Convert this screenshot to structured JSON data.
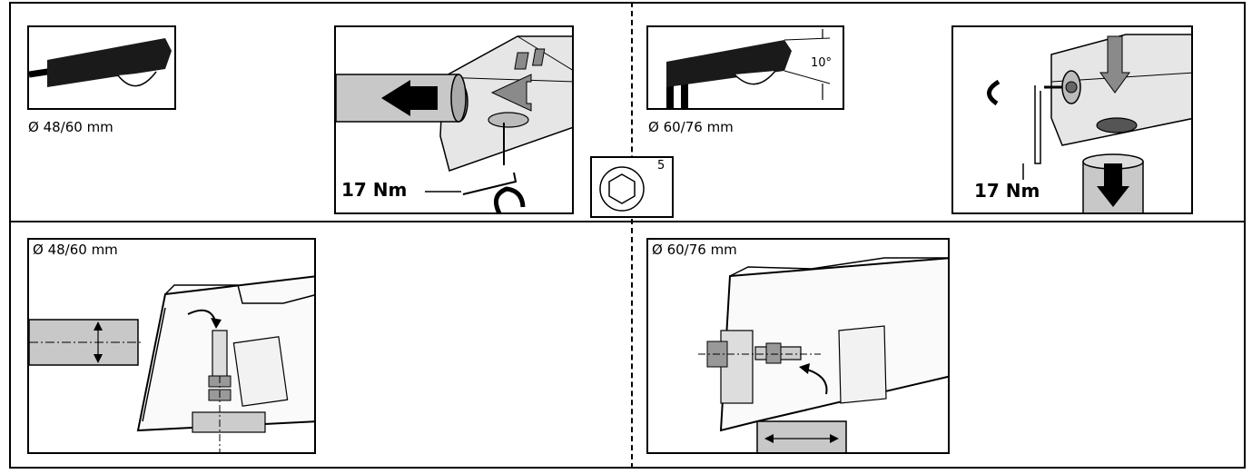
{
  "labels": {
    "mount_small_top": "Ø 48/60 mm",
    "mount_large_top": "Ø 60/76 mm",
    "mount_small_bottom": "Ø 48/60 mm",
    "mount_large_bottom": "Ø 60/76 mm",
    "torque_left": "17 Nm",
    "torque_right": "17 Nm",
    "tilt_angle": "10°",
    "hex_key_size": "5"
  },
  "icons": [
    "luminaire-side-mount-icon",
    "luminaire-post-top-icon",
    "hex-socket-icon",
    "rotate-arrow-icon",
    "allen-key-icon",
    "move-arrow-icon"
  ],
  "colors": {
    "line": "#000000",
    "fill_dark": "#1a1a1a",
    "fill_grey": "#c8c8c8",
    "fill_light": "#e6e6e6",
    "background": "#ffffff"
  }
}
